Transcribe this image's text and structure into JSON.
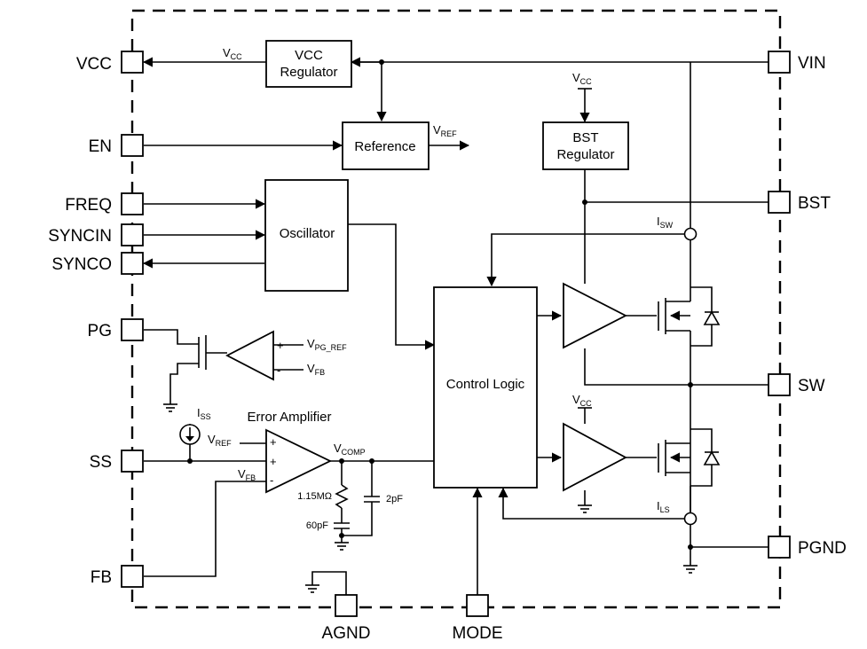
{
  "pins": {
    "vcc": "VCC",
    "en": "EN",
    "freq": "FREQ",
    "syncin": "SYNCIN",
    "synco": "SYNCO",
    "pg": "PG",
    "ss": "SS",
    "fb": "FB",
    "vin": "VIN",
    "bst": "BST",
    "sw": "SW",
    "pgnd": "PGND",
    "agnd": "AGND",
    "mode": "MODE"
  },
  "blocks": {
    "vcc_reg_line1": "VCC",
    "vcc_reg_line2": "Regulator",
    "reference": "Reference",
    "bst_reg_line1": "BST",
    "bst_reg_line2": "Regulator",
    "oscillator": "Oscillator",
    "control_logic": "Control Logic",
    "error_amplifier": "Error Amplifier"
  },
  "signals": {
    "v": "V",
    "i": "I",
    "cc": "CC",
    "ref": "REF",
    "pg_ref": "PG_REF",
    "fb": "FB",
    "comp": "COMP",
    "ss": "SS",
    "sw": "SW",
    "ls": "LS"
  },
  "components": {
    "resistor": "1.15MΩ",
    "cap_series": "60pF",
    "cap_parallel": "2pF",
    "plus": "+",
    "minus": "-"
  }
}
